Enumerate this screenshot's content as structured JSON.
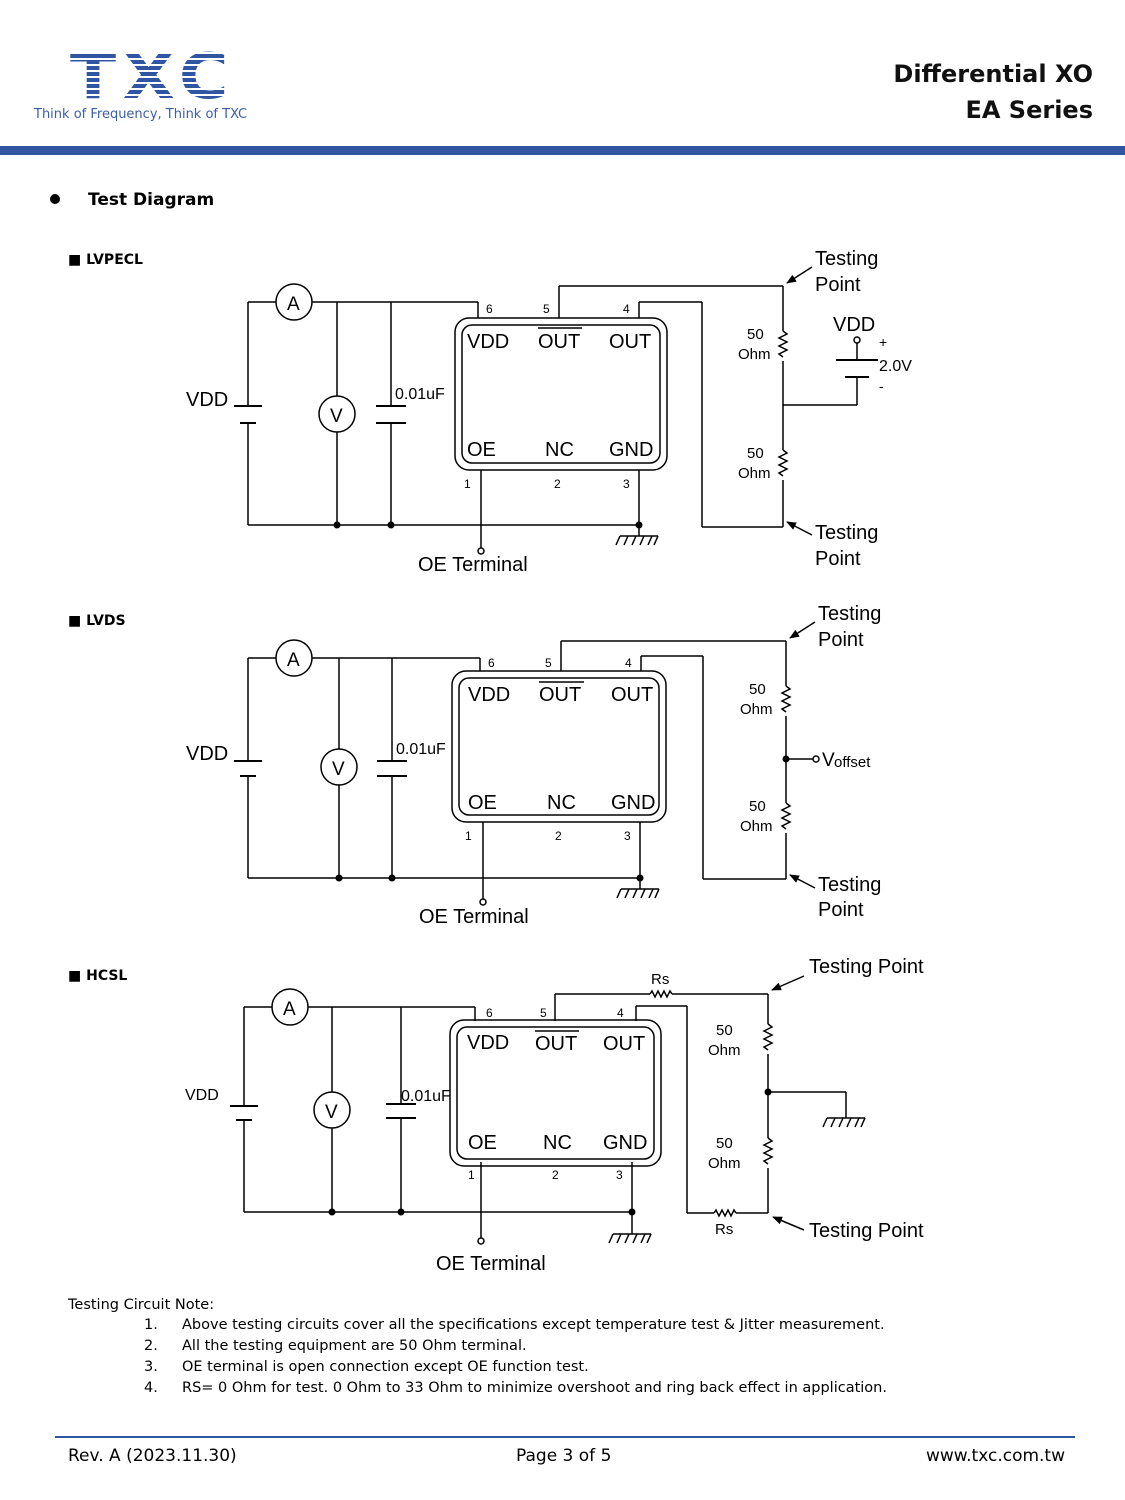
{
  "header": {
    "logo_text": "TXC",
    "tagline": "Think of Frequency, Think of TXC",
    "title_line1": "Differential XO",
    "title_line2": "EA Series"
  },
  "section": {
    "title": "Test Diagram"
  },
  "circuits": {
    "lvpecl": {
      "label": "■ LVPECL",
      "vdd": "VDD",
      "ammeter": "A",
      "voltmeter": "V",
      "cap": "0.01uF",
      "pin_vdd": "VDD",
      "pin_outb": "OUT",
      "pin_out": "OUT",
      "pin_oe": "OE",
      "pin_nc": "NC",
      "pin_gnd": "GND",
      "n6": "6",
      "n5": "5",
      "n4": "4",
      "n1": "1",
      "n2": "2",
      "n3": "3",
      "oe_terminal": "OE Terminal",
      "tp1a": "Testing",
      "tp1b": "Point",
      "tp2a": "Testing",
      "tp2b": "Point",
      "r1a": "50",
      "r1b": "Ohm",
      "r2a": "50",
      "r2b": "Ohm",
      "bias_vdd": "VDD",
      "bias_plus": "+",
      "bias_value": "2.0V",
      "bias_minus": "-"
    },
    "lvds": {
      "label": "■ LVDS",
      "vdd": "VDD",
      "ammeter": "A",
      "voltmeter": "V",
      "cap": "0.01uF",
      "pin_vdd": "VDD",
      "pin_outb": "OUT",
      "pin_out": "OUT",
      "pin_oe": "OE",
      "pin_nc": "NC",
      "pin_gnd": "GND",
      "n6": "6",
      "n5": "5",
      "n4": "4",
      "n1": "1",
      "n2": "2",
      "n3": "3",
      "oe_terminal": "OE Terminal",
      "tp1a": "Testing",
      "tp1b": "Point",
      "tp2a": "Testing",
      "tp2b": "Point",
      "r1a": "50",
      "r1b": "Ohm",
      "r2a": "50",
      "r2b": "Ohm",
      "voffset_v": "V",
      "voffset_sub": "offset"
    },
    "hcsl": {
      "label": "■ HCSL",
      "vdd": "VDD",
      "ammeter": "A",
      "voltmeter": "V",
      "cap": "0.01uF",
      "pin_vdd": "VDD",
      "pin_outb": "OUT",
      "pin_out": "OUT",
      "pin_oe": "OE",
      "pin_nc": "NC",
      "pin_gnd": "GND",
      "n6": "6",
      "n5": "5",
      "n4": "4",
      "n1": "1",
      "n2": "2",
      "n3": "3",
      "oe_terminal": "OE Terminal",
      "tp1": "Testing Point",
      "tp2": "Testing Point",
      "rs1": "Rs",
      "rs2": "Rs",
      "r1a": "50",
      "r1b": "Ohm",
      "r2a": "50",
      "r2b": "Ohm"
    }
  },
  "notes": {
    "title": "Testing Circuit Note:",
    "items": [
      {
        "num": "1.",
        "text": "Above testing circuits cover all the specifications except temperature test & Jitter measurement."
      },
      {
        "num": "2.",
        "text": "All the testing equipment are 50 Ohm terminal."
      },
      {
        "num": "3.",
        "text": "OE terminal is open connection except OE function test."
      },
      {
        "num": "4.",
        "text": "RS= 0 Ohm for test. 0 Ohm to 33 Ohm to minimize overshoot and ring back effect in application."
      }
    ]
  },
  "footer": {
    "revision": "Rev. A (2023.11.30)",
    "page": "Page 3 of 5",
    "website": "www.txc.com.tw"
  },
  "colors": {
    "brand_blue": "#2f55a3",
    "logo_blue": "#3a5ea8"
  }
}
